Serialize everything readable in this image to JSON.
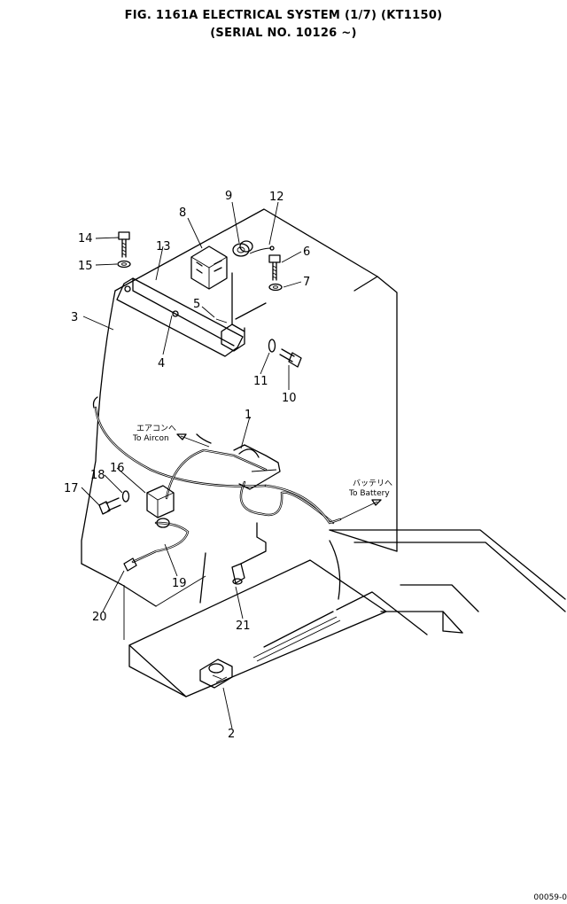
{
  "title_line1": "FIG. 1161A   ELECTRICAL SYSTEM (1/7) (KT1150)",
  "title_line2": "(SERIAL NO. 10126 ~)",
  "callouts": [
    {
      "id": "c1",
      "label": "1"
    },
    {
      "id": "c2",
      "label": "2"
    },
    {
      "id": "c3",
      "label": "3"
    },
    {
      "id": "c4",
      "label": "4"
    },
    {
      "id": "c5",
      "label": "5"
    },
    {
      "id": "c6",
      "label": "6"
    },
    {
      "id": "c7",
      "label": "7"
    },
    {
      "id": "c8",
      "label": "8"
    },
    {
      "id": "c9",
      "label": "9"
    },
    {
      "id": "c10",
      "label": "10"
    },
    {
      "id": "c11",
      "label": "11"
    },
    {
      "id": "c12",
      "label": "12"
    },
    {
      "id": "c13",
      "label": "13"
    },
    {
      "id": "c14",
      "label": "14"
    },
    {
      "id": "c15",
      "label": "15"
    },
    {
      "id": "c16",
      "label": "16"
    },
    {
      "id": "c17",
      "label": "17"
    },
    {
      "id": "c18",
      "label": "18"
    },
    {
      "id": "c19",
      "label": "19"
    },
    {
      "id": "c20",
      "label": "20"
    },
    {
      "id": "c21",
      "label": "21"
    }
  ],
  "notes": {
    "aircon_jp": "エアコンへ",
    "aircon_en": "To Aircon",
    "battery_jp": "バッテリへ",
    "battery_en": "To Battery"
  },
  "corner_code": "00059-0"
}
